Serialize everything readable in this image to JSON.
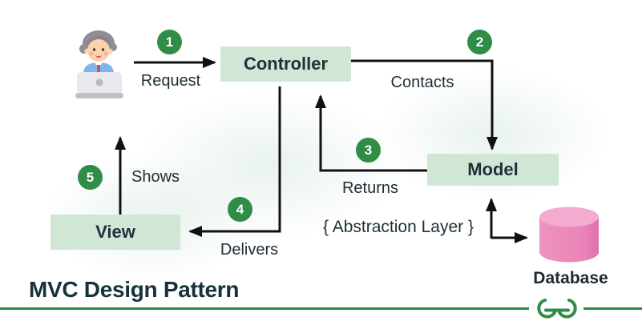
{
  "title": "MVC Design Pattern",
  "nodes": {
    "controller": "Controller",
    "model": "Model",
    "view": "View"
  },
  "database_label": "Database",
  "annotation": "{ Abstraction Layer }",
  "steps": [
    {
      "num": "1",
      "label": "Request"
    },
    {
      "num": "2",
      "label": "Contacts"
    },
    {
      "num": "3",
      "label": "Returns"
    },
    {
      "num": "4",
      "label": "Delivers"
    },
    {
      "num": "5",
      "label": "Shows"
    }
  ],
  "colors": {
    "accent_green": "#2f8d46",
    "node_fill": "#cfe7d4",
    "database_pink": "#eb87ba",
    "database_pink_top": "#f3abd0",
    "arrow": "#111111",
    "divider_green": "#2b8a4b",
    "title_text": "#16323a"
  },
  "icons": {
    "user": "user-at-laptop-icon",
    "database": "database-cylinder-icon",
    "brand": "geeksforgeeks-logo-icon"
  }
}
